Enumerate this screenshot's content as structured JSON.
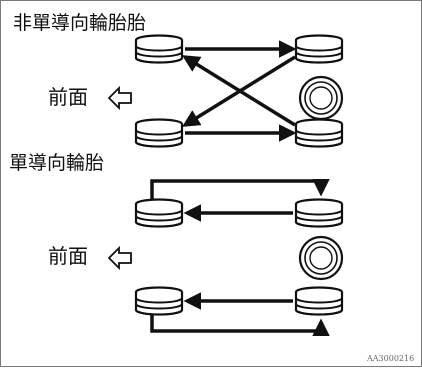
{
  "sections": {
    "non_directional": {
      "title": "非單導向輪胎胎",
      "front_label": "前面"
    },
    "directional": {
      "title": "單導向輪胎",
      "front_label": "前面"
    }
  },
  "figure_code": "AA3000216",
  "icons": {
    "front_arrow": "outline-left-arrow-icon",
    "tire_side": "tire-tread-side-view-icon",
    "spare_tire": "spare-tire-front-view-icon"
  },
  "colors": {
    "ink": "#111111",
    "border": "#7a7a7a"
  }
}
